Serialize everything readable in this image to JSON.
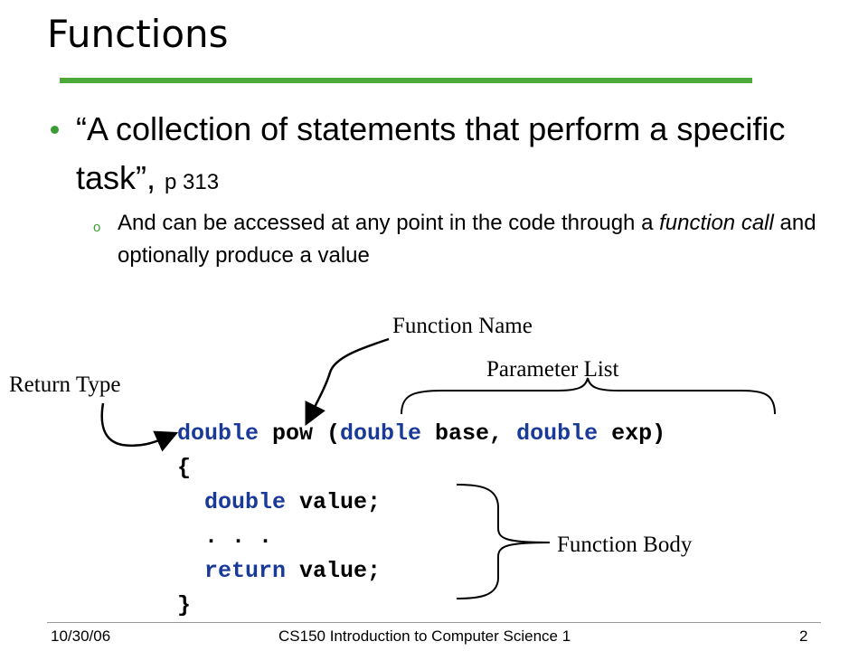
{
  "slide": {
    "title": "Functions",
    "bullet": {
      "text": "“A collection of statements that perform a specific task”,",
      "page_ref": "p 313"
    },
    "sub_bullet": {
      "marker": "o",
      "text_before": "And can be accessed at any point in the code through a ",
      "text_emphasis": "function call",
      "text_after": " and optionally produce a value"
    }
  },
  "code": {
    "line1": {
      "type1": "double",
      "name": " pow (",
      "type2": "double",
      "param1": " base, ",
      "type3": "double",
      "param2": " exp)"
    },
    "line2": "{",
    "line3": {
      "indent": "  ",
      "type": "double",
      "rest": " value;"
    },
    "line4": "  . . .",
    "line5": {
      "indent": "  ",
      "keyword": "return",
      "rest": " value;"
    },
    "line6": "}"
  },
  "annotations": {
    "function_name": "Function Name",
    "parameter_list": "Parameter List",
    "return_type": "Return Type",
    "function_body": "Function Body"
  },
  "footer": {
    "date": "10/30/06",
    "course": "CS150 Introduction to Computer Science 1",
    "page_number": "2"
  },
  "colors": {
    "accent_green": "#4daa3a",
    "bullet_green": "#3b9b35",
    "keyword_blue": "#1a3a9a"
  }
}
